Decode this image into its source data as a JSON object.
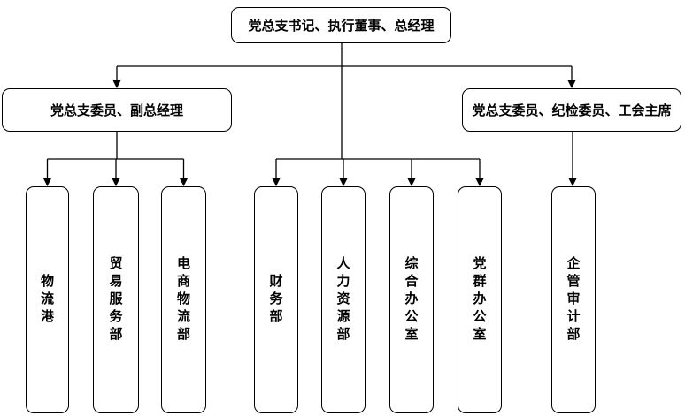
{
  "colors": {
    "background": "#ffffff",
    "line": "#000000",
    "box_border": "#000000",
    "text": "#000000"
  },
  "org_chart": {
    "root": {
      "label": "党总支书记、执行董事、总经理"
    },
    "level2": [
      {
        "label": "党总支委员、副总经理"
      },
      {
        "label": "党总支委员、纪检委员、工会主席"
      }
    ],
    "departments": [
      {
        "label": "物流港"
      },
      {
        "label": "贸易服务部"
      },
      {
        "label": "电商物流部"
      },
      {
        "label": "财务部"
      },
      {
        "label": "人力资源部"
      },
      {
        "label": "综合办公室"
      },
      {
        "label": "党群办公室"
      },
      {
        "label": "企管审计部"
      }
    ]
  }
}
